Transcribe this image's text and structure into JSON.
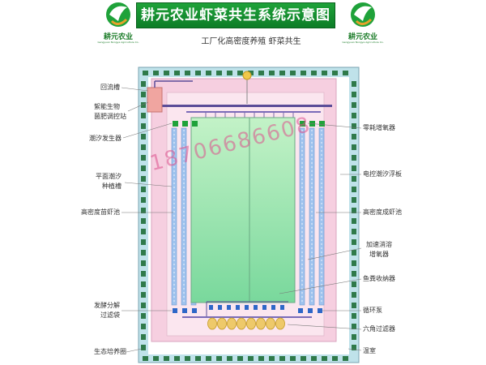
{
  "header": {
    "title": "耕元农业虾菜共生系统示意图",
    "subtitle": "工厂化高密度养殖 虾菜共生"
  },
  "logos": [
    {
      "text": "耕元农业",
      "tagline": "Gengyuan Nongye Agriculture Co."
    },
    {
      "text": "耕元农业",
      "tagline": "Gengyuan Nongye Agriculture Co."
    }
  ],
  "labels": {
    "left": {
      "return_channel": "回流槽",
      "biofilm_a": "絮能生物",
      "biofilm_b": "菌肥调控站",
      "wave_generator": "潮汐发生器",
      "flat_tidal_a": "平面潮汐",
      "flat_tidal_b": "种植槽",
      "high_density_fry_pond": "高密度苗虾池",
      "fermentation_a": "发酵分解",
      "fermentation_b": "过滤袋",
      "eco_ring": "生态培养圈"
    },
    "right": {
      "zero_energy_aerator": "零耗增氧器",
      "electric_tidal_board": "电控潮汐浮板",
      "high_density_adult_pond": "高密度成虾池",
      "accel_aerator_a": "加速消溶",
      "accel_aerator_b": "增氧器",
      "manure_collector": "鱼粪收纳器",
      "circulation_pump": "循环泵",
      "hex_filter": "六角过滤器",
      "greenhouse": "温室"
    }
  },
  "watermark": "18706686608",
  "colors": {
    "outer_ring": "#bfe2ea",
    "outer_cell": "#2f7a4a",
    "pink_zone": "#f6cfe0",
    "light_pink": "#fbe6ef",
    "pond_green_top": "#c3f2c7",
    "pond_green_bottom": "#79d89c",
    "channel_blue": "#9fc3ee",
    "pipe_purple": "#5b4d98",
    "filter_yellow": "#eec96a",
    "pump_blue": "#2e67c8",
    "accent_green": "#1fa23a"
  }
}
